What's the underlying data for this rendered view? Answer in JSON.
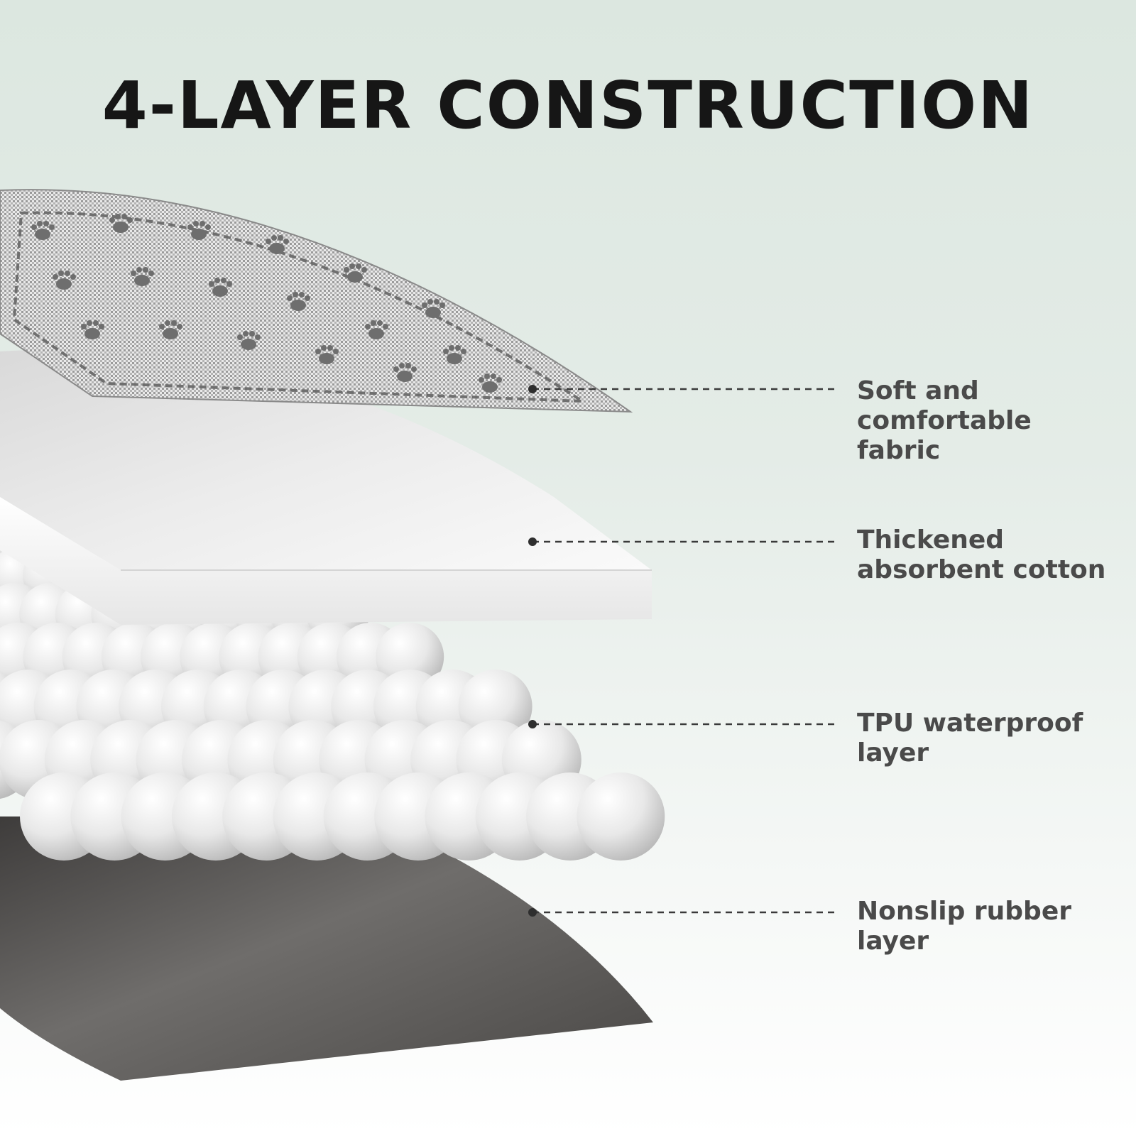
{
  "title": "4-LAYER CONSTRUCTION",
  "layers": [
    {
      "label": "Soft and\ncomfortable\nfabric",
      "icon": "fabric-layer-icon"
    },
    {
      "label": "Thickened\nabsorbent cotton",
      "icon": "cotton-layer-icon"
    },
    {
      "label": "TPU waterproof\nlayer",
      "icon": "tpu-layer-icon"
    },
    {
      "label": "Nonslip rubber\nlayer",
      "icon": "rubber-layer-icon"
    }
  ],
  "colors": {
    "title": "#161616",
    "label": "#4a4a4a",
    "rubber": "#5e5c5a",
    "cotton": "#f1f1f1",
    "fabric": "#8a8a8a",
    "leader": "#3a3a3a"
  }
}
